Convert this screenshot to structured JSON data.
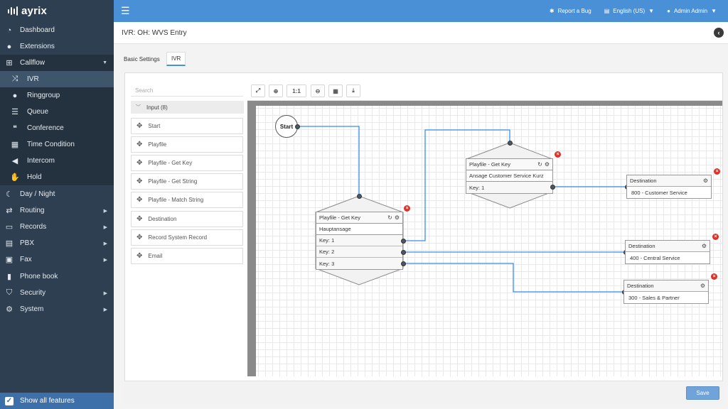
{
  "app": {
    "name": "ayrix"
  },
  "topbar": {
    "report_bug": "Report a Bug",
    "language": "English (US)",
    "user": "Admin Admin"
  },
  "sidebar": {
    "items": [
      {
        "label": "Dashboard",
        "icon": "dashboard-icon"
      },
      {
        "label": "Extensions",
        "icon": "user-icon"
      },
      {
        "label": "Callflow",
        "icon": "sitemap-icon"
      },
      {
        "label": "IVR",
        "icon": "shuffle-icon"
      },
      {
        "label": "Ringgroup",
        "icon": "users-icon"
      },
      {
        "label": "Queue",
        "icon": "list-icon"
      },
      {
        "label": "Conference",
        "icon": "comments-icon"
      },
      {
        "label": "Time Condition",
        "icon": "calendar-icon"
      },
      {
        "label": "Intercom",
        "icon": "volume-icon"
      },
      {
        "label": "Hold",
        "icon": "hand-icon"
      },
      {
        "label": "Day / Night",
        "icon": "moon-icon"
      },
      {
        "label": "Routing",
        "icon": "exchange-icon"
      },
      {
        "label": "Records",
        "icon": "folder-icon"
      },
      {
        "label": "PBX",
        "icon": "server-icon"
      },
      {
        "label": "Fax",
        "icon": "fax-icon"
      },
      {
        "label": "Phone book",
        "icon": "book-icon"
      },
      {
        "label": "Security",
        "icon": "shield-icon"
      },
      {
        "label": "System",
        "icon": "cogs-icon"
      }
    ],
    "show_all": "Show all features"
  },
  "page": {
    "title": "IVR: OH: WVS Entry"
  },
  "tabs": [
    "Basic Settings",
    "IVR"
  ],
  "palette": {
    "search_placeholder": "Search",
    "group": "Input (8)",
    "items": [
      "Start",
      "Playfile",
      "Playfile - Get Key",
      "Playfile - Get String",
      "Playfile - Match String",
      "Destination",
      "Record System Record",
      "Email"
    ]
  },
  "toolbar": {
    "zoom_reset": "1:1"
  },
  "flow": {
    "start": "Start",
    "node1": {
      "title": "Playfile - Get Key",
      "file": "Hauptansage",
      "keys": [
        "Key: 1",
        "Key: 2",
        "Key: 3"
      ]
    },
    "node2": {
      "title": "Playfile - Get Key",
      "file": "Ansage Customer Service Kurz",
      "keys": [
        "Key: 1"
      ]
    },
    "dest1": {
      "title": "Destination",
      "value": "800 - Customer Service"
    },
    "dest2": {
      "title": "Destination",
      "value": "400 - Central Service"
    },
    "dest3": {
      "title": "Destination",
      "value": "300 - Sales & Partner"
    }
  },
  "footer": {
    "save": "Save"
  },
  "colors": {
    "accent": "#4a90d6",
    "sidebar": "#2d3f50",
    "wire": "#3a8ee6",
    "delete": "#d9342b"
  }
}
